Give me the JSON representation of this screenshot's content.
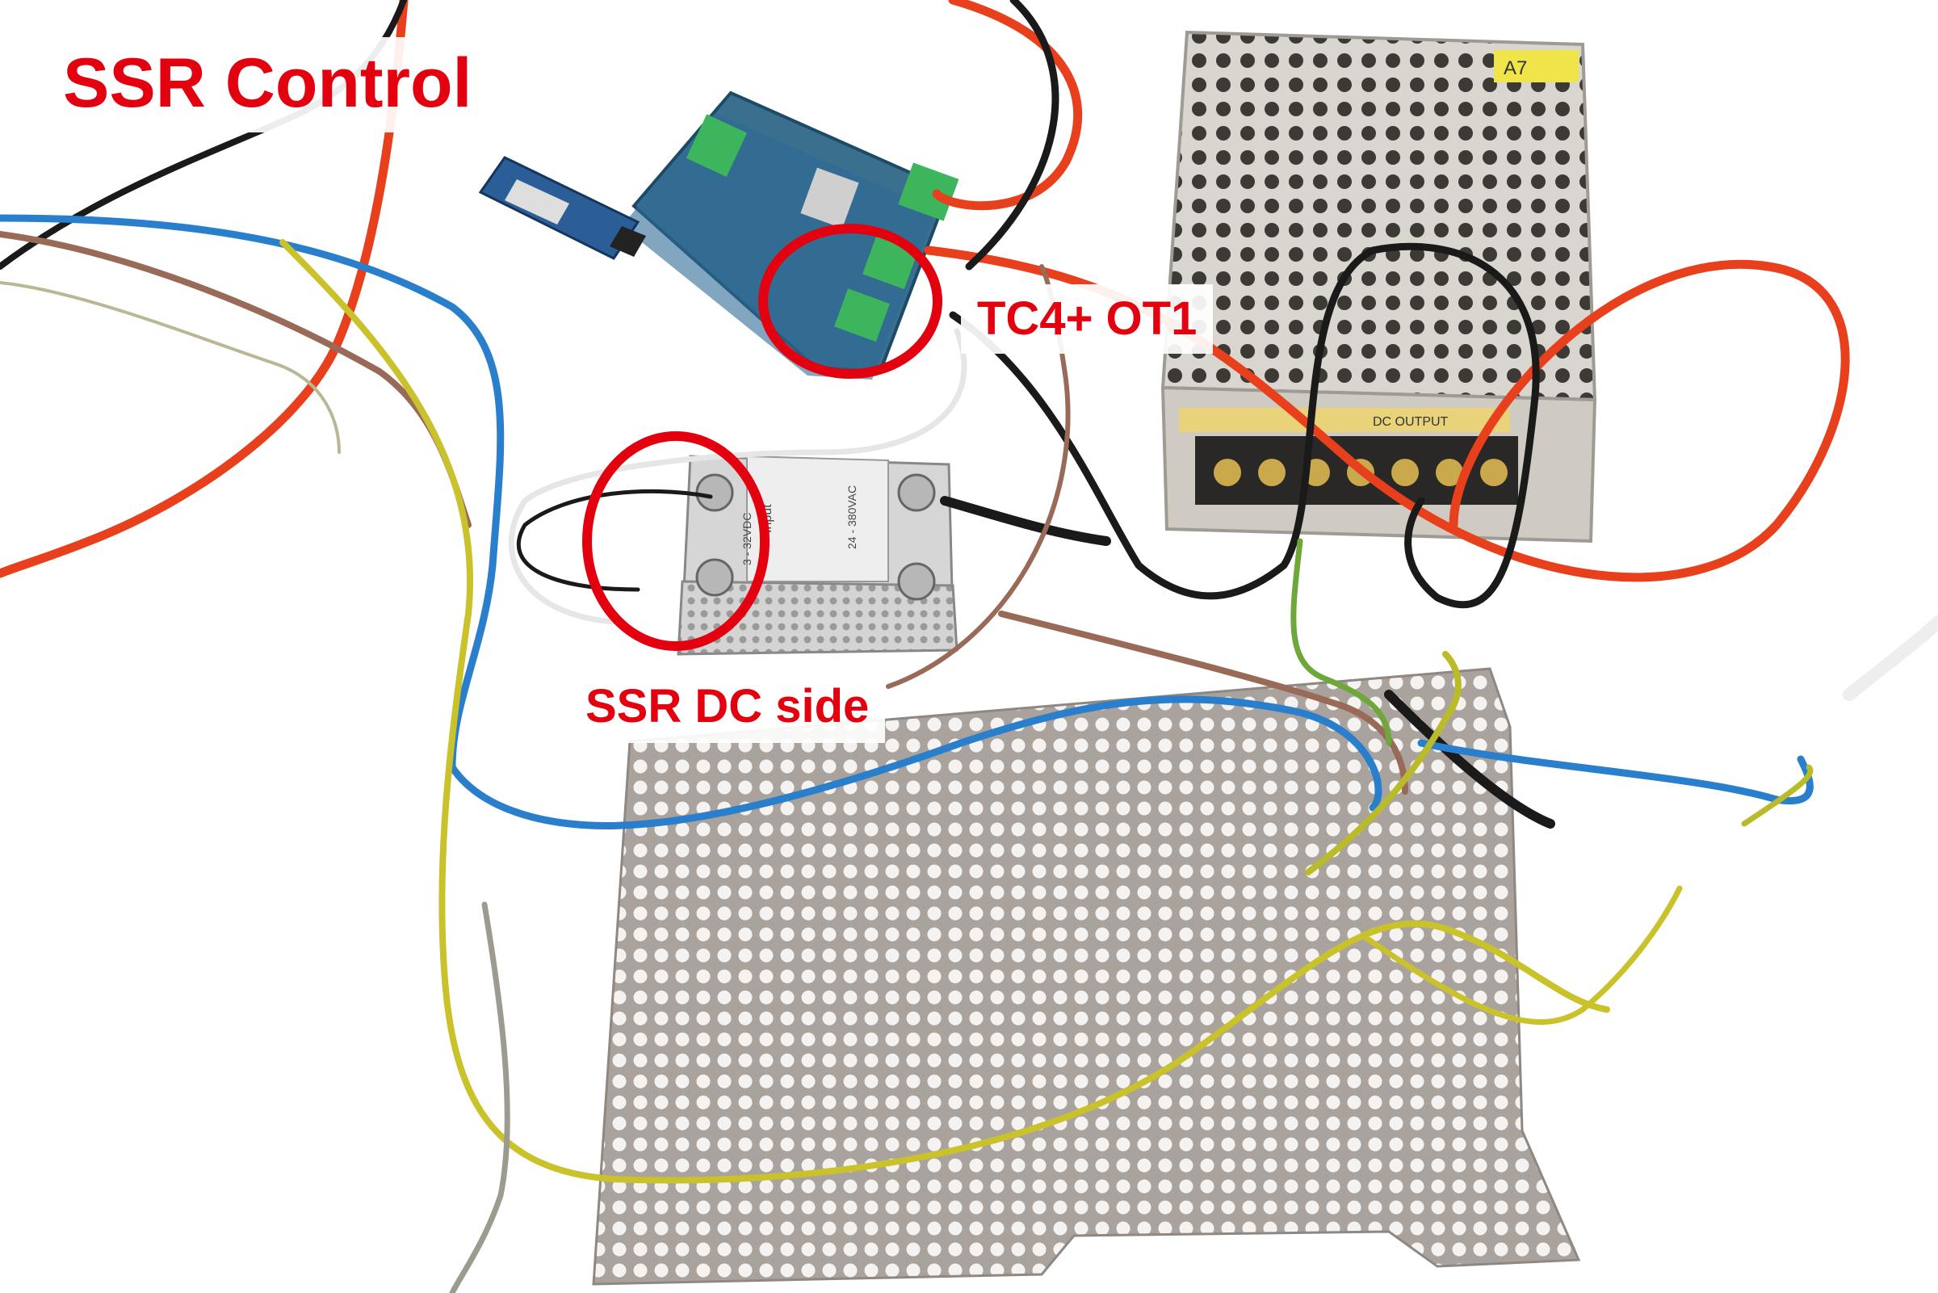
{
  "annotations": {
    "title": "SSR Control",
    "tc4_label": "TC4+ OT1",
    "ssr_label": "SSR DC side"
  },
  "colors": {
    "annotation_red": "#e3000f",
    "background": "#ffffff",
    "wire_red": "#e8401c",
    "wire_blue": "#2a7fcc",
    "wire_brown": "#9a6a58",
    "wire_black": "#1a1a1a",
    "wire_yellow_green": "#c9c22a",
    "wire_white": "#f2f2f2",
    "pcb_blue": "#2d6f99",
    "psu_metal": "#d8d6d0",
    "mesh_plate": "#a9a29c"
  },
  "components": {
    "ssr_module_text": "24 - 380VAC",
    "ssr_input_text": "Input",
    "ssr_dc_range": "3 - 32VDC",
    "psu_sticker": "A7",
    "psu_dc_output": "DC OUTPUT"
  }
}
